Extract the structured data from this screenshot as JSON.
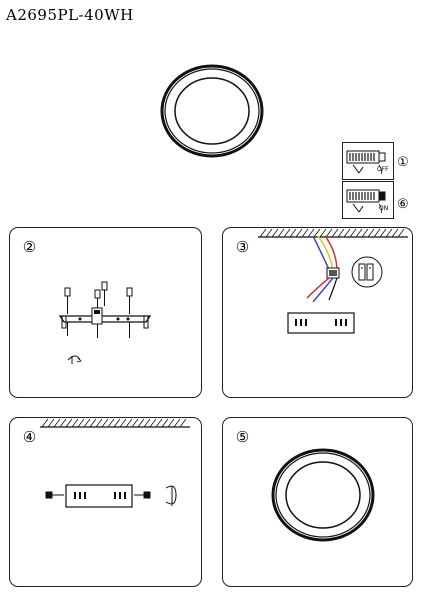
{
  "document": {
    "model_code": "A2695PL-40WH"
  },
  "switch_settings": [
    {
      "marker": "①",
      "label": "OFF"
    },
    {
      "marker": "⑥",
      "label": "ON"
    }
  ],
  "steps": [
    {
      "number": "②"
    },
    {
      "number": "③"
    },
    {
      "number": "④"
    },
    {
      "number": "⑤"
    }
  ],
  "icons": {
    "lamp_top": "ring-lamp-icon",
    "step2": "mounting-bracket-screws-icon",
    "step3": "wire-connector-icon",
    "step4": "driver-mounting-icon",
    "step5": "ring-lamp-icon"
  }
}
